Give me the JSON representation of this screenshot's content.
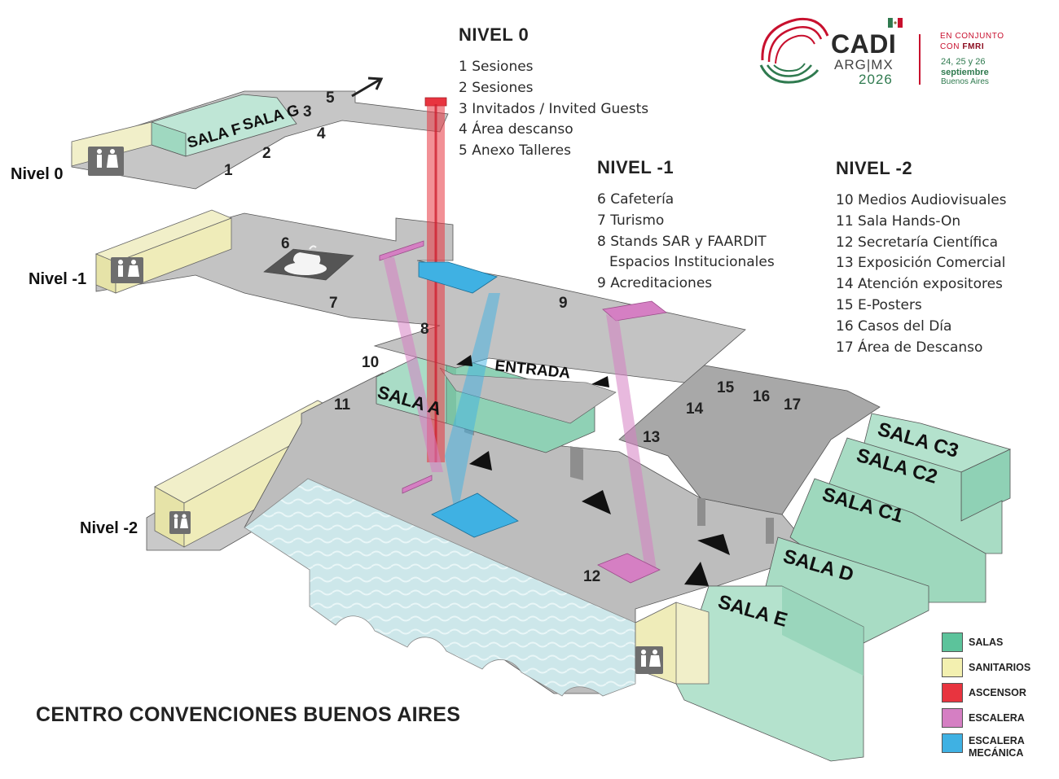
{
  "title": "CENTRO CONVENCIONES BUENOS AIRES",
  "logo": {
    "name": "CADI",
    "sub": "ARG|MX",
    "year": "2026",
    "conj_line1": "EN CONJUNTO",
    "conj_line2_prefix": "CON",
    "conj_line2_bold": "FMRI",
    "dates": "24, 25 y 26",
    "month": "septiembre",
    "city": "Buenos Aires"
  },
  "levels": {
    "nivel0": {
      "heading": "NIVEL 0",
      "items": [
        "1 Sesiones",
        "2 Sesiones",
        "3 Invitados / Invited Guests",
        "4 Área descanso",
        "5 Anexo Talleres"
      ]
    },
    "nivel1": {
      "heading": "NIVEL -1",
      "items": [
        "6 Cafetería",
        "7 Turismo",
        "8 Stands SAR y FAARDIT",
        "Espacios Institucionales",
        "9 Acreditaciones"
      ]
    },
    "nivel2": {
      "heading": "NIVEL -2",
      "items": [
        "10 Medios Audiovisuales",
        "11 Sala Hands-On",
        "12 Secretaría Científica",
        "13 Exposición Comercial",
        "14 Atención expositores",
        "15 E-Posters",
        "16 Casos del Día",
        "17 Área de Descanso"
      ]
    }
  },
  "map": {
    "floor_labels": [
      "Nivel 0",
      "Nivel -1",
      "Nivel -2"
    ],
    "rooms": [
      "SALA F",
      "SALA G",
      "SALA A",
      "SALA C3",
      "SALA C2",
      "SALA C1",
      "SALA D",
      "SALA E"
    ],
    "entrance": "ENTRADA",
    "numbers": [
      "1",
      "2",
      "3",
      "4",
      "5",
      "6",
      "7",
      "8",
      "9",
      "10",
      "11",
      "12",
      "13",
      "14",
      "15",
      "16",
      "17"
    ]
  },
  "legend": [
    {
      "label": "SALAS",
      "color": "#5cc39b"
    },
    {
      "label": "SANITARIOS",
      "color": "#f3f0b0"
    },
    {
      "label": "ASCENSOR",
      "color": "#e8343f"
    },
    {
      "label": "ESCALERA",
      "color": "#d57fc3"
    },
    {
      "label": "ESCALERA MECÁNICA",
      "color": "#3fb1e3"
    }
  ]
}
